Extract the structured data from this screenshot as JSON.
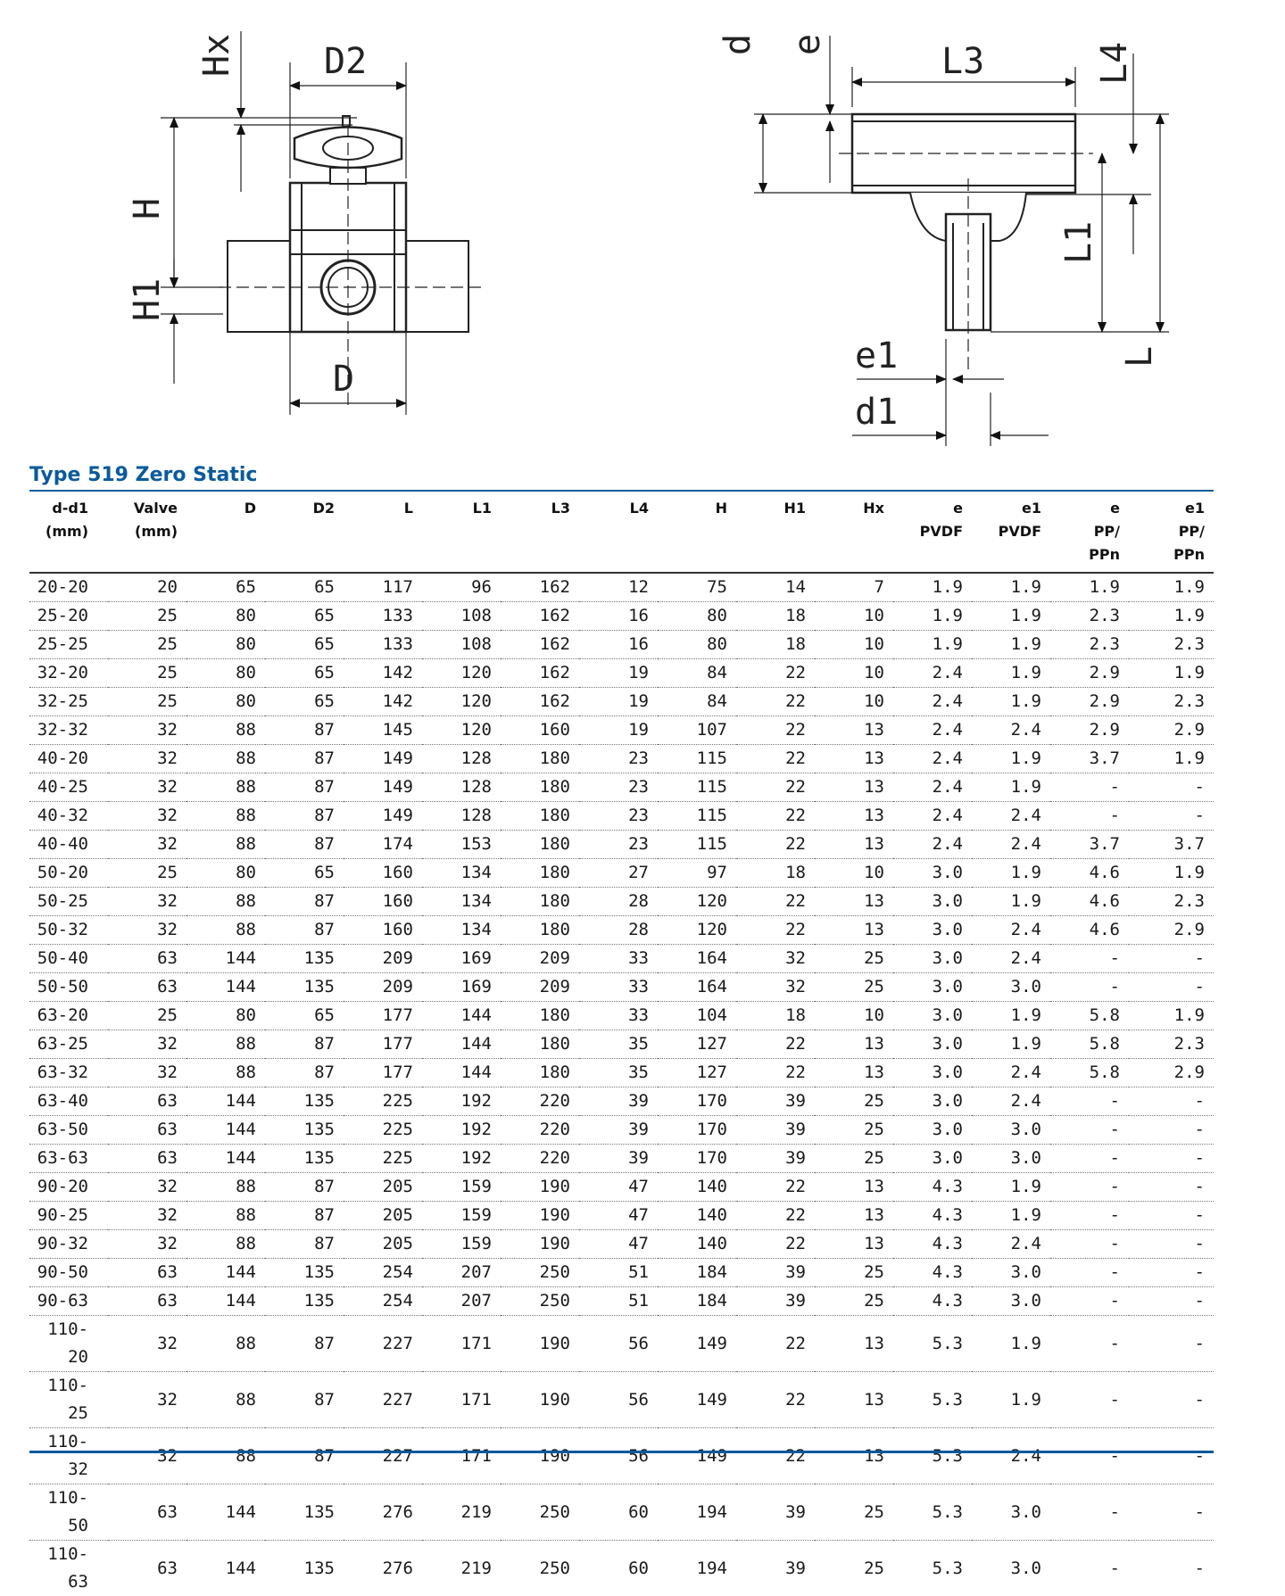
{
  "drawing_left": {
    "labels": {
      "hx": "Hx",
      "d2": "D2",
      "h": "H",
      "h1": "H1",
      "d": "D"
    }
  },
  "drawing_right": {
    "labels": {
      "d": "d",
      "e": "e",
      "l3": "L3",
      "l4": "L4",
      "l1": "L1",
      "l": "L",
      "e1": "e1",
      "d1": "d1"
    }
  },
  "table": {
    "title": "Type 519 Zero Static",
    "headers": [
      [
        "d-d1",
        "(mm)"
      ],
      [
        "Valve",
        "(mm)"
      ],
      [
        "D"
      ],
      [
        "D2"
      ],
      [
        "L"
      ],
      [
        "L1"
      ],
      [
        "L3"
      ],
      [
        "L4"
      ],
      [
        "H"
      ],
      [
        "H1"
      ],
      [
        "Hx"
      ],
      [
        "e",
        "PVDF"
      ],
      [
        "e1",
        "PVDF"
      ],
      [
        "e",
        "PP/",
        "PPn"
      ],
      [
        "e1",
        "PP/",
        "PPn"
      ]
    ],
    "rows": [
      [
        "20-20",
        "20",
        "65",
        "65",
        "117",
        "96",
        "162",
        "12",
        "75",
        "14",
        "7",
        "1.9",
        "1.9",
        "1.9",
        "1.9"
      ],
      [
        "25-20",
        "25",
        "80",
        "65",
        "133",
        "108",
        "162",
        "16",
        "80",
        "18",
        "10",
        "1.9",
        "1.9",
        "2.3",
        "1.9"
      ],
      [
        "25-25",
        "25",
        "80",
        "65",
        "133",
        "108",
        "162",
        "16",
        "80",
        "18",
        "10",
        "1.9",
        "1.9",
        "2.3",
        "2.3"
      ],
      [
        "32-20",
        "25",
        "80",
        "65",
        "142",
        "120",
        "162",
        "19",
        "84",
        "22",
        "10",
        "2.4",
        "1.9",
        "2.9",
        "1.9"
      ],
      [
        "32-25",
        "25",
        "80",
        "65",
        "142",
        "120",
        "162",
        "19",
        "84",
        "22",
        "10",
        "2.4",
        "1.9",
        "2.9",
        "2.3"
      ],
      [
        "32-32",
        "32",
        "88",
        "87",
        "145",
        "120",
        "160",
        "19",
        "107",
        "22",
        "13",
        "2.4",
        "2.4",
        "2.9",
        "2.9"
      ],
      [
        "40-20",
        "32",
        "88",
        "87",
        "149",
        "128",
        "180",
        "23",
        "115",
        "22",
        "13",
        "2.4",
        "1.9",
        "3.7",
        "1.9"
      ],
      [
        "40-25",
        "32",
        "88",
        "87",
        "149",
        "128",
        "180",
        "23",
        "115",
        "22",
        "13",
        "2.4",
        "1.9",
        "-",
        "-"
      ],
      [
        "40-32",
        "32",
        "88",
        "87",
        "149",
        "128",
        "180",
        "23",
        "115",
        "22",
        "13",
        "2.4",
        "2.4",
        "-",
        "-"
      ],
      [
        "40-40",
        "32",
        "88",
        "87",
        "174",
        "153",
        "180",
        "23",
        "115",
        "22",
        "13",
        "2.4",
        "2.4",
        "3.7",
        "3.7"
      ],
      [
        "50-20",
        "25",
        "80",
        "65",
        "160",
        "134",
        "180",
        "27",
        "97",
        "18",
        "10",
        "3.0",
        "1.9",
        "4.6",
        "1.9"
      ],
      [
        "50-25",
        "32",
        "88",
        "87",
        "160",
        "134",
        "180",
        "28",
        "120",
        "22",
        "13",
        "3.0",
        "1.9",
        "4.6",
        "2.3"
      ],
      [
        "50-32",
        "32",
        "88",
        "87",
        "160",
        "134",
        "180",
        "28",
        "120",
        "22",
        "13",
        "3.0",
        "2.4",
        "4.6",
        "2.9"
      ],
      [
        "50-40",
        "63",
        "144",
        "135",
        "209",
        "169",
        "209",
        "33",
        "164",
        "32",
        "25",
        "3.0",
        "2.4",
        "-",
        "-"
      ],
      [
        "50-50",
        "63",
        "144",
        "135",
        "209",
        "169",
        "209",
        "33",
        "164",
        "32",
        "25",
        "3.0",
        "3.0",
        "-",
        "-"
      ],
      [
        "63-20",
        "25",
        "80",
        "65",
        "177",
        "144",
        "180",
        "33",
        "104",
        "18",
        "10",
        "3.0",
        "1.9",
        "5.8",
        "1.9"
      ],
      [
        "63-25",
        "32",
        "88",
        "87",
        "177",
        "144",
        "180",
        "35",
        "127",
        "22",
        "13",
        "3.0",
        "1.9",
        "5.8",
        "2.3"
      ],
      [
        "63-32",
        "32",
        "88",
        "87",
        "177",
        "144",
        "180",
        "35",
        "127",
        "22",
        "13",
        "3.0",
        "2.4",
        "5.8",
        "2.9"
      ],
      [
        "63-40",
        "63",
        "144",
        "135",
        "225",
        "192",
        "220",
        "39",
        "170",
        "39",
        "25",
        "3.0",
        "2.4",
        "-",
        "-"
      ],
      [
        "63-50",
        "63",
        "144",
        "135",
        "225",
        "192",
        "220",
        "39",
        "170",
        "39",
        "25",
        "3.0",
        "3.0",
        "-",
        "-"
      ],
      [
        "63-63",
        "63",
        "144",
        "135",
        "225",
        "192",
        "220",
        "39",
        "170",
        "39",
        "25",
        "3.0",
        "3.0",
        "-",
        "-"
      ],
      [
        "90-20",
        "32",
        "88",
        "87",
        "205",
        "159",
        "190",
        "47",
        "140",
        "22",
        "13",
        "4.3",
        "1.9",
        "-",
        "-"
      ],
      [
        "90-25",
        "32",
        "88",
        "87",
        "205",
        "159",
        "190",
        "47",
        "140",
        "22",
        "13",
        "4.3",
        "1.9",
        "-",
        "-"
      ],
      [
        "90-32",
        "32",
        "88",
        "87",
        "205",
        "159",
        "190",
        "47",
        "140",
        "22",
        "13",
        "4.3",
        "2.4",
        "-",
        "-"
      ],
      [
        "90-50",
        "63",
        "144",
        "135",
        "254",
        "207",
        "250",
        "51",
        "184",
        "39",
        "25",
        "4.3",
        "3.0",
        "-",
        "-"
      ],
      [
        "90-63",
        "63",
        "144",
        "135",
        "254",
        "207",
        "250",
        "51",
        "184",
        "39",
        "25",
        "4.3",
        "3.0",
        "-",
        "-"
      ],
      [
        "110-20",
        "32",
        "88",
        "87",
        "227",
        "171",
        "190",
        "56",
        "149",
        "22",
        "13",
        "5.3",
        "1.9",
        "-",
        "-"
      ],
      [
        "110-25",
        "32",
        "88",
        "87",
        "227",
        "171",
        "190",
        "56",
        "149",
        "22",
        "13",
        "5.3",
        "1.9",
        "-",
        "-"
      ],
      [
        "110-32",
        "32",
        "88",
        "87",
        "227",
        "171",
        "190",
        "56",
        "149",
        "22",
        "13",
        "5.3",
        "2.4",
        "-",
        "-"
      ],
      [
        "110-50",
        "63",
        "144",
        "135",
        "276",
        "219",
        "250",
        "60",
        "194",
        "39",
        "25",
        "5.3",
        "3.0",
        "-",
        "-"
      ],
      [
        "110-63",
        "63",
        "144",
        "135",
        "276",
        "219",
        "250",
        "60",
        "194",
        "39",
        "25",
        "5.3",
        "3.0",
        "-",
        "-"
      ]
    ]
  }
}
